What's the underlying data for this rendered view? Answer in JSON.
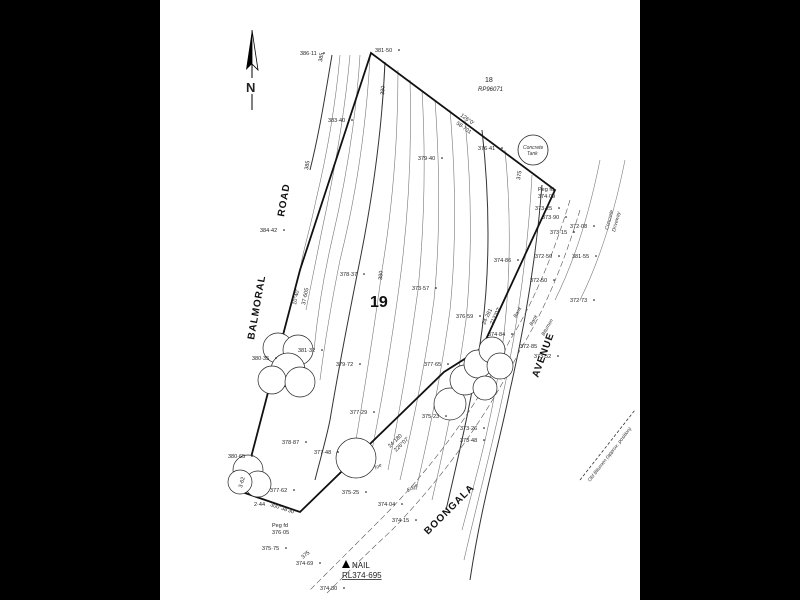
{
  "north": {
    "label": "N"
  },
  "lot": {
    "number": "19",
    "neighbour_lot": "18",
    "neighbour_plan": "RP96071"
  },
  "roads": {
    "west": "BALMORAL",
    "west2": "ROAD",
    "east": "AVENUE",
    "south": "BOONGALA"
  },
  "tank": {
    "line1": "Concrete",
    "line2": "Tank"
  },
  "driveway": {
    "line1": "Concrete",
    "line2": "Driveway"
  },
  "benchmark": {
    "label": "NAIL",
    "rl": "RL374·695"
  },
  "pegs": [
    {
      "id": "peg-ne",
      "line1": "Peg fd",
      "line2": "374·09"
    },
    {
      "id": "peg-sw",
      "line1": "Peg fd",
      "line2": "376·05"
    }
  ],
  "contour_labels": [
    "385",
    "385",
    "380",
    "380",
    "375",
    "375"
  ],
  "boundary_labels": {
    "ne_bearing": "126°0'",
    "ne_dist": "58·701",
    "w_bearing": "10°40'",
    "w_dist": "37·605",
    "se_bearing": "24·281",
    "se_dist": "212°02'",
    "s_bearing": "24·180",
    "s_dist": "226°07'",
    "sw_bearing": "300°38'30\"",
    "sw_dist": "3·62",
    "sw_chord": "2·44"
  },
  "annotations": {
    "toe": "Toe",
    "edge": "Edge",
    "bank": "Bank",
    "bank2": "Bank",
    "bitumen": "Bitumen",
    "road_edge": "Old Bitumen (approx. position)"
  },
  "spot_levels": [
    "386·11",
    "381·50",
    "383·40",
    "376·41",
    "379·40",
    "373·25",
    "373·90",
    "373·15",
    "372·08",
    "384·42",
    "374·86",
    "372·50",
    "381·55",
    "378·37",
    "373·57",
    "372·50",
    "372·73",
    "376·59",
    "381·32",
    "380·35",
    "379·72",
    "377·65",
    "374·84",
    "372·85",
    "373·52",
    "377·29",
    "375·23",
    "373·26",
    "378·87",
    "377·48",
    "373·48",
    "380·65",
    "377·62",
    "375·25",
    "374·04",
    "374·15",
    "375·75",
    "374·69",
    "374·80"
  ]
}
